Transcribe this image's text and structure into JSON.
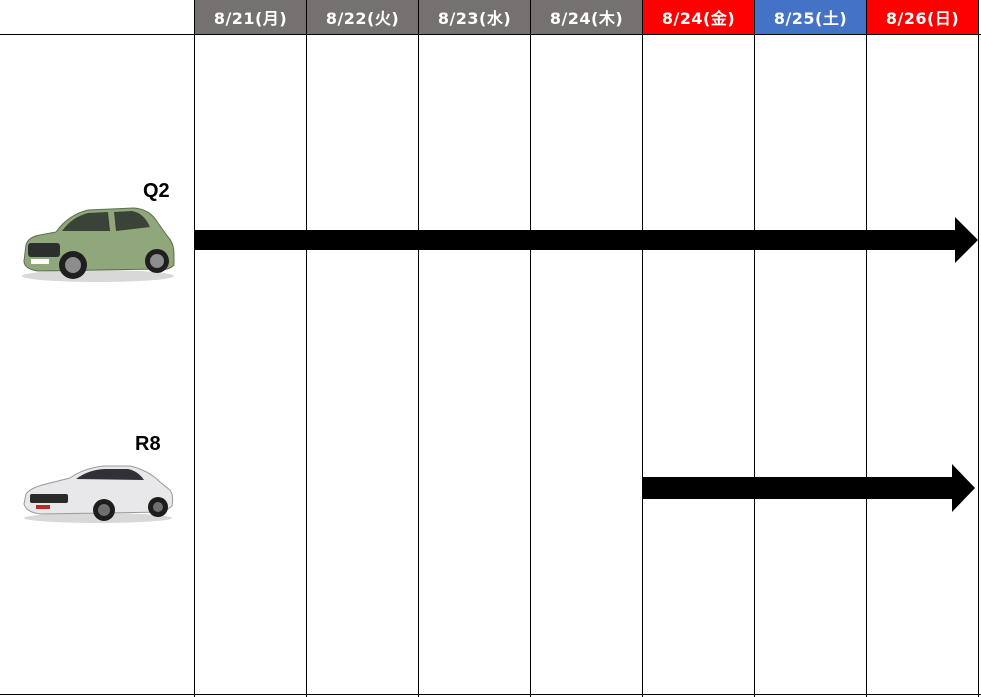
{
  "header": {
    "days": [
      {
        "label": "8/21(月)",
        "color": "#767171"
      },
      {
        "label": "8/22(火)",
        "color": "#767171"
      },
      {
        "label": "8/23(水)",
        "color": "#767171"
      },
      {
        "label": "8/24(木)",
        "color": "#767171"
      },
      {
        "label": "8/24(金)",
        "color": "#ff0000"
      },
      {
        "label": "8/25(土)",
        "color": "#4472c4"
      },
      {
        "label": "8/26(日)",
        "color": "#ff0000"
      }
    ]
  },
  "cars": [
    {
      "name": "Q2",
      "body_color": "#8fa77a",
      "icon": "suv-car-icon"
    },
    {
      "name": "R8",
      "body_color": "#e8e8ea",
      "icon": "sports-car-icon"
    }
  ]
}
